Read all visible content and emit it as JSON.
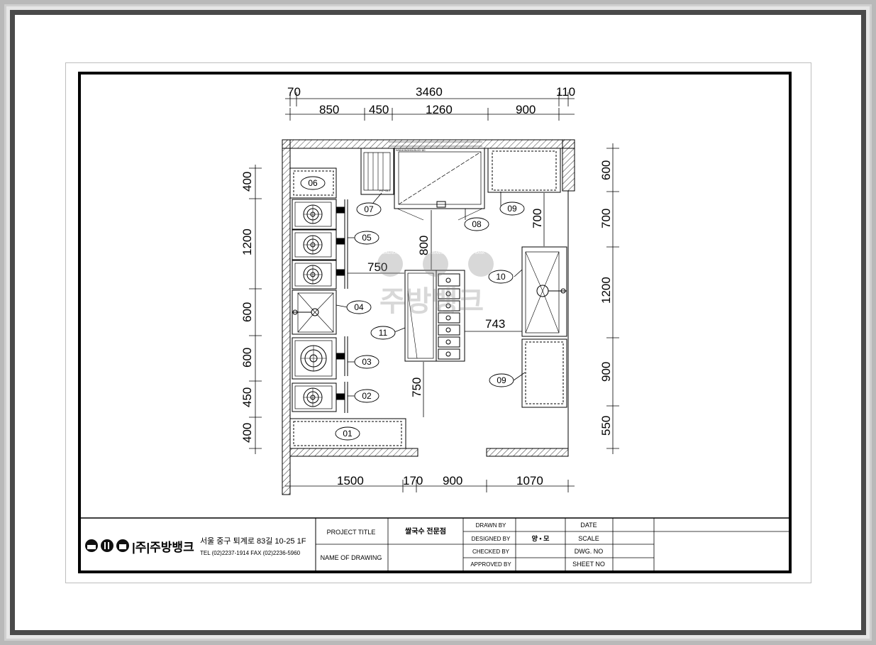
{
  "drawing": {
    "dims_top_overall": [
      "70",
      "3460",
      "110"
    ],
    "dims_top_segments": [
      "850",
      "450",
      "1260",
      "900"
    ],
    "dims_bottom": [
      "1500",
      "170",
      "900",
      "1070"
    ],
    "dims_left": [
      "400",
      "1200",
      "600",
      "600",
      "450",
      "400"
    ],
    "dims_right": [
      "600",
      "700",
      "1200",
      "900",
      "550"
    ],
    "dims_inner": {
      "d750a": "750",
      "d800": "800",
      "d700": "700",
      "d743": "743",
      "d750b": "750"
    },
    "equipment_tags": {
      "t01": "01",
      "t02": "02",
      "t03": "03",
      "t04": "04",
      "t05": "05",
      "t06": "06",
      "t07": "07",
      "t08": "08",
      "t09a": "09",
      "t09b": "09",
      "t10": "10",
      "t11": "11"
    },
    "small_labels": {
      "hood_label": "W6040N0H0U0L00~80",
      "rack_label": "FIL~GLT"
    },
    "watermark": {
      "logo_words": [
        "DAENON",
        "JUBANG",
        "BANK"
      ],
      "text": "주방뱅크"
    }
  },
  "title_block": {
    "company": {
      "logo_text": "|주|주방뱅크",
      "address": "서울 중구 퇴계로 83길 10-25 1F",
      "contact": "TEL (02)2237-1914 FAX (02)2236-5960"
    },
    "project_title_label": "PROJECT TITLE",
    "project_title_value": "쌀국수 전문점",
    "name_of_drawing_label": "NAME OF DRAWING",
    "drawn_by_label": "DRAWN BY",
    "designed_by_label": "DESIGNED BY",
    "designed_by_value": "양 • 모",
    "checked_by_label": "CHECKED BY",
    "approved_by_label": "APPROVED BY",
    "date_label": "DATE",
    "scale_label": "SCALE",
    "dwg_no_label": "DWG. NO",
    "sheet_no_label": "SHEET NO"
  }
}
